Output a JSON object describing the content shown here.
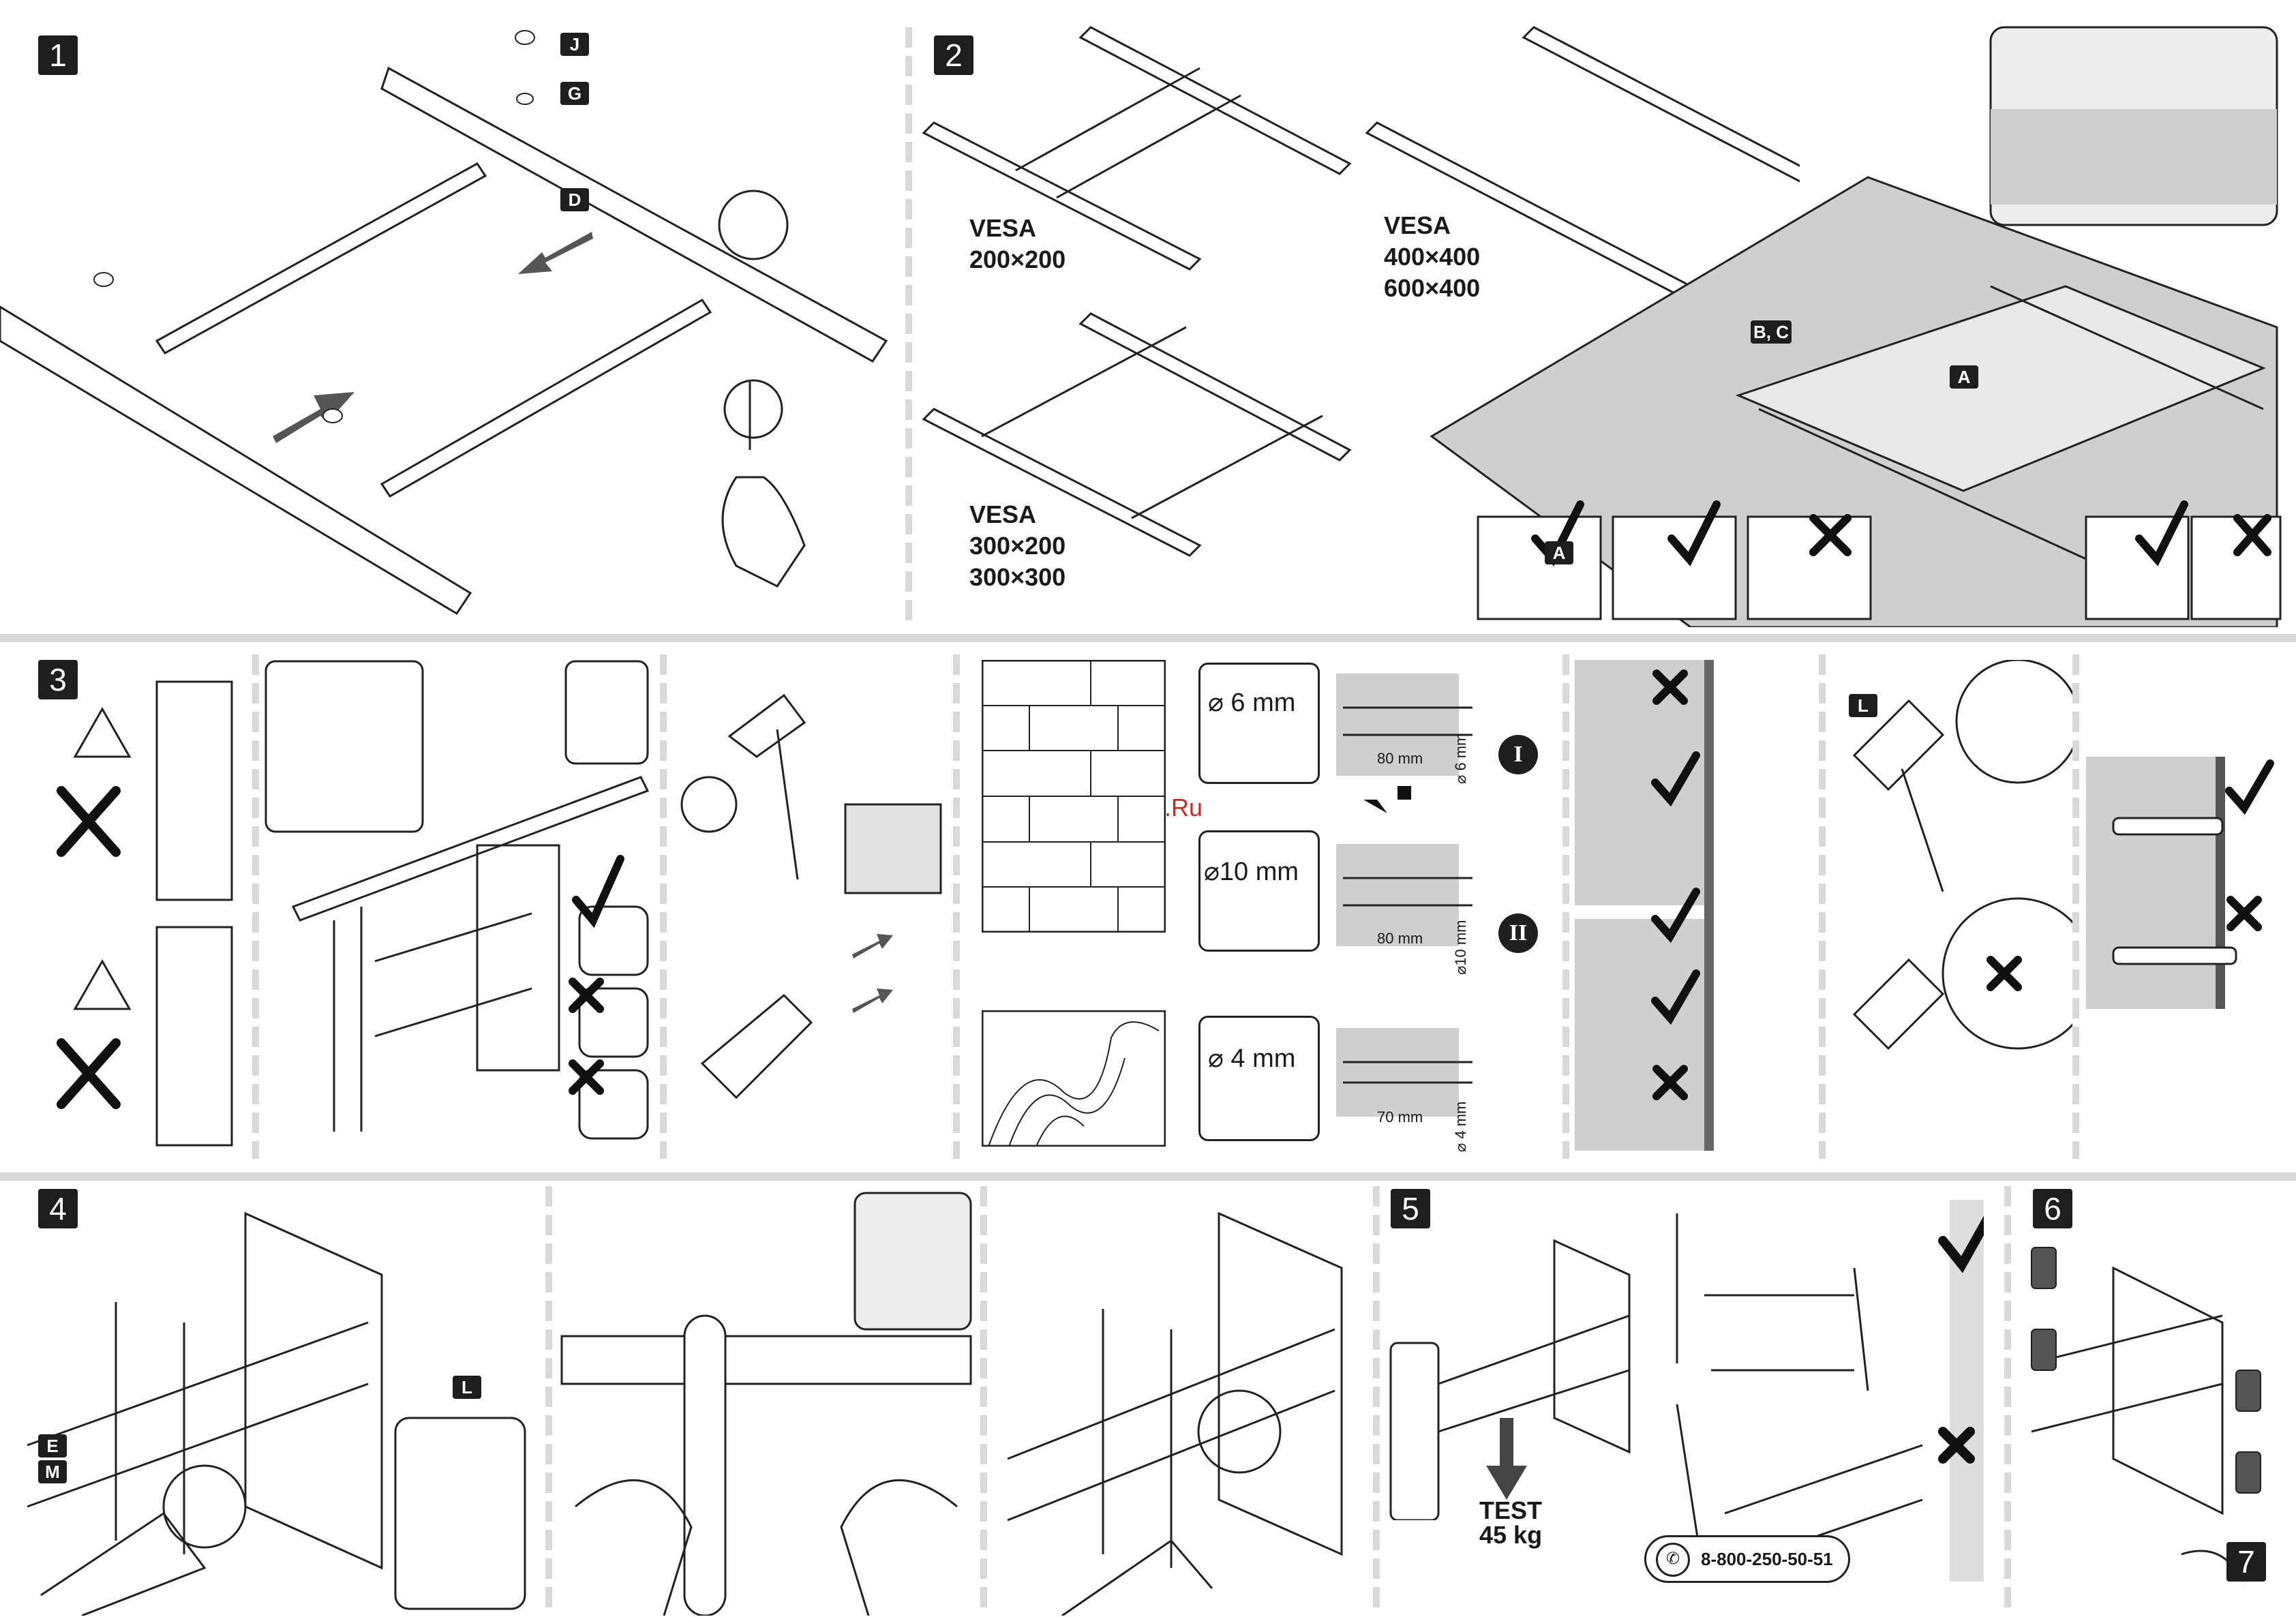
{
  "steps": {
    "s1": "1",
    "s2": "2",
    "s3": "3",
    "s4": "4",
    "s5": "5",
    "s6": "6",
    "s7": "7"
  },
  "part_labels": {
    "j": "J",
    "g": "G",
    "d": "D",
    "bc": "B, C",
    "a": "A",
    "a2": "A",
    "l": "L",
    "l2": "L",
    "e": "E",
    "m": "M"
  },
  "vesa": {
    "v1_line1": "VESA",
    "v1_line2": "200×200",
    "v2_line1": "VESA",
    "v2_line2": "300×200",
    "v2_line3": "300×300",
    "v3_line1": "VESA",
    "v3_line2": "400×400",
    "v3_line3": "600×400"
  },
  "drilling": {
    "bit1": "⌀ 6 mm",
    "bit2": "⌀10 mm",
    "bit3": "⌀ 4 mm",
    "depth1": "80 mm",
    "depth2": "80 mm",
    "depth3": "70 mm",
    "dia1": "⌀ 6 mm",
    "dia2": "⌀10 mm",
    "dia3": "⌀ 4 mm",
    "stage1": "I",
    "stage2": "II"
  },
  "watermark": "McGrp.Ru",
  "test": {
    "line1": "TEST",
    "line2": "45 kg"
  },
  "support_phone": "8-800-250-50-51",
  "colors": {
    "separator": "#d9d9d9",
    "wall": "#c8c8c8",
    "dark": "#1e1e1e",
    "accent_red": "#c62828"
  }
}
